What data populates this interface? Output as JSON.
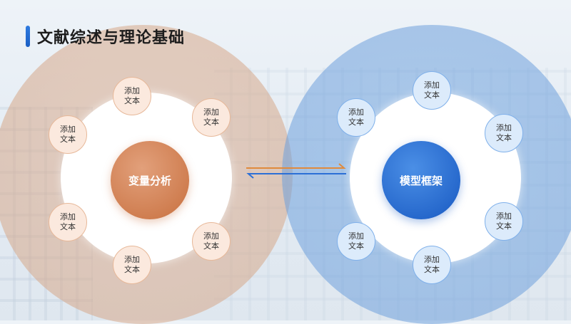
{
  "title": "文献综述与理论基础",
  "left_cluster": {
    "center_label": "变量分析",
    "nodes": [
      "添加\n文本",
      "添加\n文本",
      "添加\n文本",
      "添加\n文本",
      "添加\n文本",
      "添加\n文本"
    ]
  },
  "right_cluster": {
    "center_label": "模型框架",
    "nodes": [
      "添加\n文本",
      "添加\n文本",
      "添加\n文本",
      "添加\n文本",
      "添加\n文本",
      "添加\n文本"
    ]
  },
  "colors": {
    "left_accent": "#c8703f",
    "right_accent": "#1859c2",
    "arrow_top": "#e08a3c",
    "arrow_bottom": "#2c6fd6"
  }
}
